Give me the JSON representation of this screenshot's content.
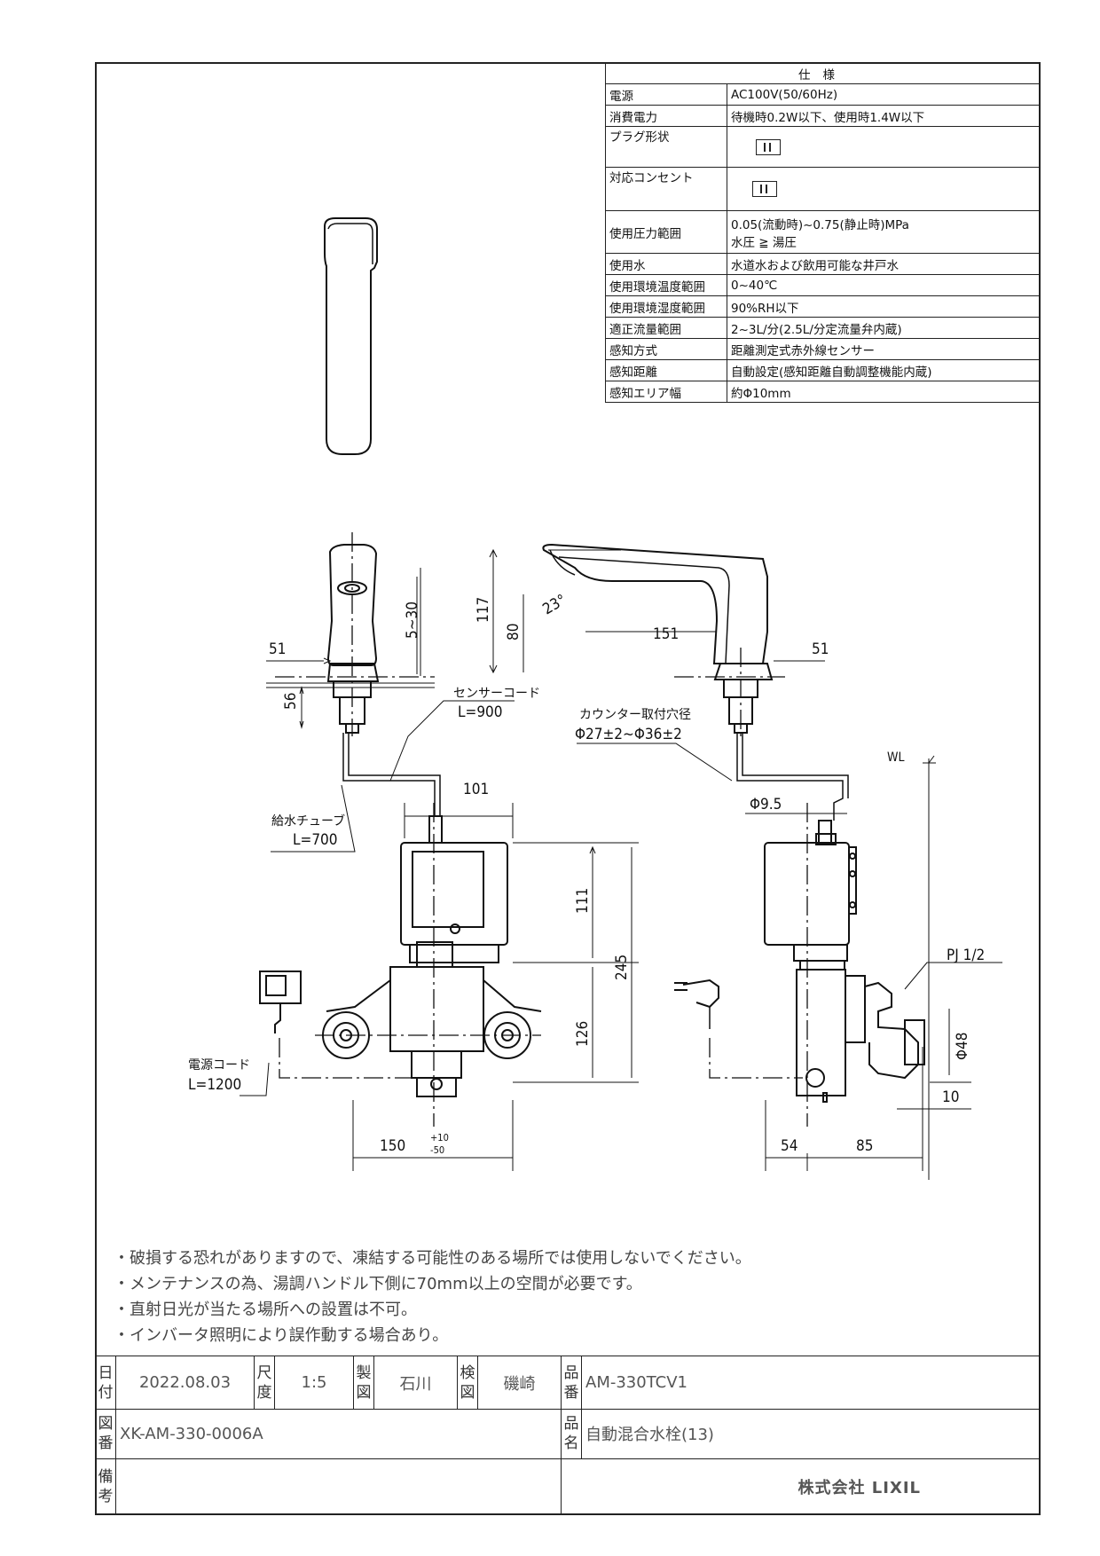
{
  "spec_table": {
    "header": "仕様",
    "rows": [
      {
        "label": "電源",
        "value": "AC100V(50/60Hz)"
      },
      {
        "label": "消費電力",
        "value": "待機時0.2W以下、使用時1.4W以下"
      },
      {
        "label": "プラグ形状",
        "value": ""
      },
      {
        "label": "対応コンセント",
        "value": ""
      },
      {
        "label": "使用圧力範囲",
        "value": "0.05(流動時)~0.75(静止時)MPa",
        "value2": "水圧 ≧ 湯圧"
      },
      {
        "label": "使用水",
        "value": "水道水および飲用可能な井戸水"
      },
      {
        "label": "使用環境温度範囲",
        "value": "0~40℃"
      },
      {
        "label": "使用環境湿度範囲",
        "value": "90%RH以下"
      },
      {
        "label": "適正流量範囲",
        "value": "2~3L/分(2.5L/分定流量弁内蔵)"
      },
      {
        "label": "感知方式",
        "value": "距離測定式赤外線センサー"
      },
      {
        "label": "感知距離",
        "value": "自動設定(感知距離自動調整機能内蔵)"
      },
      {
        "label": "感知エリア幅",
        "value": "約Φ10mm"
      }
    ]
  },
  "drawing": {
    "dimensions": {
      "d51_left": "51",
      "d56": "56",
      "d5_30": "5~30",
      "d117": "117",
      "d80": "80",
      "d23": "23°",
      "d151": "151",
      "d51_right": "51",
      "d101": "101",
      "d111": "111",
      "d245": "245",
      "d126": "126",
      "d150": "150",
      "d150_tol_plus": "+10",
      "d150_tol_minus": "-50",
      "d54": "54",
      "d85": "85",
      "d10": "10",
      "d48": "Φ48",
      "d9_5": "Φ9.5"
    },
    "labels": {
      "sensor_cord": "センサーコード",
      "sensor_cord_len": "L=900",
      "counter_hole": "カウンター取付穴径",
      "counter_hole_dim": "Φ27±2~Φ36±2",
      "supply_tube": "給水チューブ",
      "supply_tube_len": "L=700",
      "power_cord": "電源コード",
      "power_cord_len": "L=1200",
      "wl": "WL",
      "pj": "PJ 1/2"
    }
  },
  "notes": [
    "・破損する恐れがありますので、凍結する可能性のある場所では使用しないでください。",
    "・メンテナンスの為、湯調ハンドル下側に70mm以上の空間が必要です。",
    "・直射日光が当たる場所への設置は不可。",
    "・インバータ照明により誤作動する場合あり。"
  ],
  "title_block": {
    "date_label": "日付",
    "date": "2022.08.03",
    "scale_label": "尺度",
    "scale": "1:5",
    "drawn_label": "製図",
    "drawn": "石川",
    "checked_label": "検図",
    "checked": "磯崎",
    "product_no_label": "品番",
    "product_no": "AM-330TCV1",
    "drawing_no_label": "図番",
    "drawing_no": "XK-AM-330-0006A",
    "product_name_label": "品名",
    "product_name": "自動混合水栓(13)",
    "remarks_label": "備考",
    "remarks": "",
    "company": "株式会社 LIXIL"
  }
}
